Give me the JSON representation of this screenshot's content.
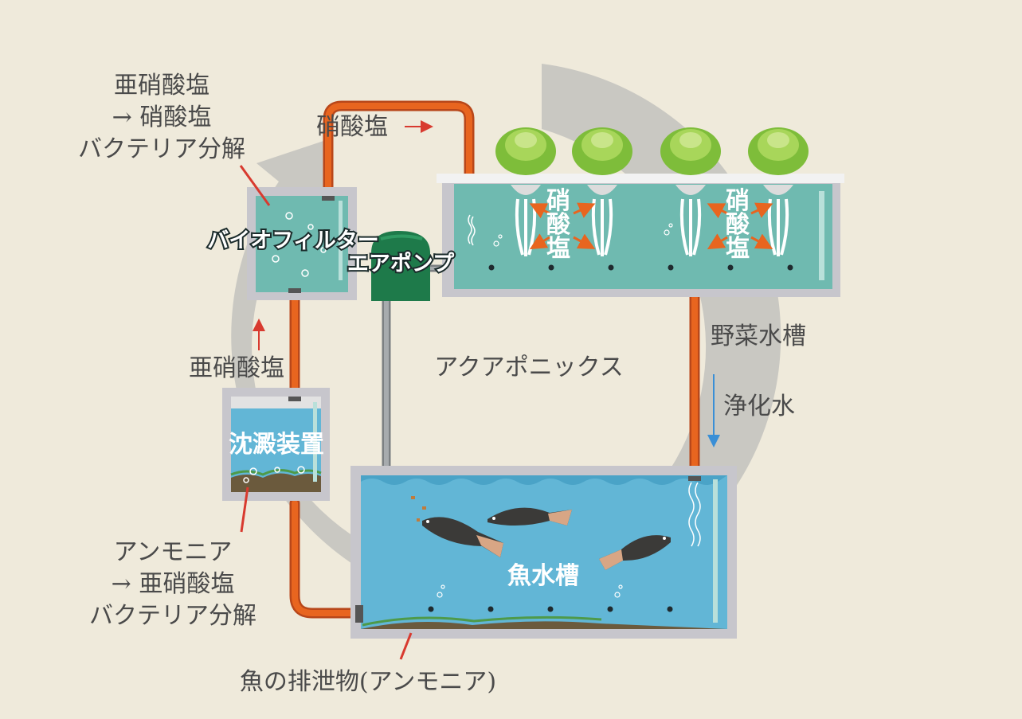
{
  "colors": {
    "background": "#efeadb",
    "cycle_arrow": "#c9c8c2",
    "pipe_orange": "#e8651f",
    "pipe_gray": "#8f9396",
    "tank_frame": "#c7c6cc",
    "vegetable_water": "#6fbab0",
    "fish_water": "#62b6d6",
    "pump_green": "#1e7a4a",
    "arrow_red": "#d83a2f",
    "arrow_blue": "#3a8fd6"
  },
  "labels": {
    "nitrite_to_nitrate": [
      "亜硝酸塩",
      "→ 硝酸塩",
      "バクテリア分解"
    ],
    "nitrate_top": "硝酸塩",
    "nitrate_roots_left": [
      "硝",
      "酸",
      "塩"
    ],
    "nitrate_roots_right": [
      "硝",
      "酸",
      "塩"
    ],
    "biofilter": "バイオフィルター",
    "air_pump": "エアポンプ",
    "nitrite_mid": "亜硝酸塩",
    "settling_device": "沈澱装置",
    "ammonia_to_nitrite": [
      "アンモニア",
      "→ 亜硝酸塩",
      "バクテリア分解"
    ],
    "vegetable_tank": "野菜水槽",
    "purified_water": "浄化水",
    "aquaponics": "アクアポニックス",
    "fish_tank": "魚水槽",
    "fish_waste": "魚の排泄物(アンモニア)"
  }
}
